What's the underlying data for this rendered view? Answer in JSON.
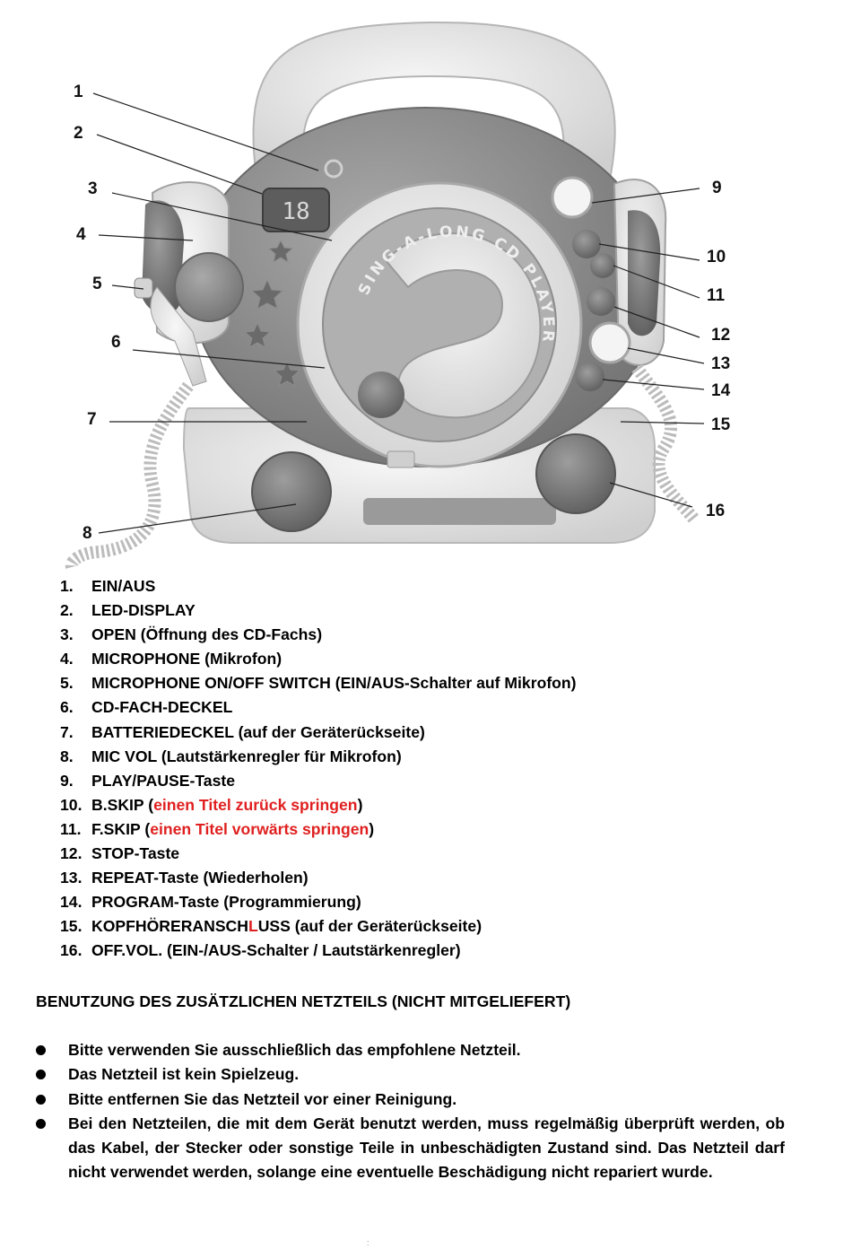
{
  "callouts": [
    "1",
    "2",
    "3",
    "4",
    "5",
    "6",
    "7",
    "8",
    "9",
    "10",
    "11",
    "12",
    "13",
    "14",
    "15",
    "16"
  ],
  "parts": [
    {
      "num": "1.",
      "text": "EIN/AUS"
    },
    {
      "num": "2.",
      "text": "LED-DISPLAY"
    },
    {
      "num": "3.",
      "text": "OPEN (Öffnung des CD-Fachs)"
    },
    {
      "num": "4.",
      "text": "MICROPHONE (Mikrofon)"
    },
    {
      "num": "5.",
      "text": "MICROPHONE ON/OFF SWITCH (EIN/AUS-Schalter auf Mikrofon)"
    },
    {
      "num": "6.",
      "text": "CD-FACH-DECKEL"
    },
    {
      "num": "7.",
      "text": "BATTERIEDECKEL (auf der Geräterückseite)"
    },
    {
      "num": "8.",
      "text": "MIC VOL (Lautstärkenregler für Mikrofon)"
    },
    {
      "num": "9.",
      "text": "PLAY/PAUSE-Taste"
    },
    {
      "num": "10.",
      "pre": "B.SKIP (",
      "red": "einen Titel zurück springen",
      "post": ")"
    },
    {
      "num": "11.",
      "pre": "F.SKIP (",
      "red": "einen Titel vorwärts springen",
      "post": ")"
    },
    {
      "num": "12.",
      "text": "STOP-Taste"
    },
    {
      "num": "13.",
      "text": "REPEAT-Taste (Wiederholen)"
    },
    {
      "num": "14.",
      "text": "PROGRAM-Taste (Programmierung)"
    },
    {
      "num": "15.",
      "pre": "KOPFHÖRERANSCH",
      "red": "L",
      "post": "USS (auf der Geräterückseite)"
    },
    {
      "num": "16.",
      "text": "OFF.VOL. (EIN-/AUS-Schalter / Lautstärkenregler)"
    }
  ],
  "section": {
    "heading": "BENUTZUNG DES ZUSÄTZLICHEN NETZTEILS (NICHT MITGELIEFERT)",
    "bullets": [
      "Bitte verwenden Sie ausschließlich das empfohlene Netzteil.",
      "Das Netzteil ist kein Spielzeug.",
      "Bitte entfernen Sie das Netzteil vor einer Reinigung.",
      "Bei den Netzteilen, die mit dem Gerät benutzt werden, muss regelmäßig überprüft werden, ob das Kabel, der Stecker oder sonstige Teile in unbeschädigten Zustand sind. Das Netzteil darf nicht verwendet werden, solange eine eventuelle Beschädigung nicht repariert wurde."
    ]
  },
  "device_text": "SING-A-LONG CD PLAYER",
  "display_text": "18",
  "footer_mark": ":",
  "colors": {
    "accent_red": "#e02020",
    "device_dark": "#8a8a8a",
    "device_light": "#e4e4e4"
  }
}
